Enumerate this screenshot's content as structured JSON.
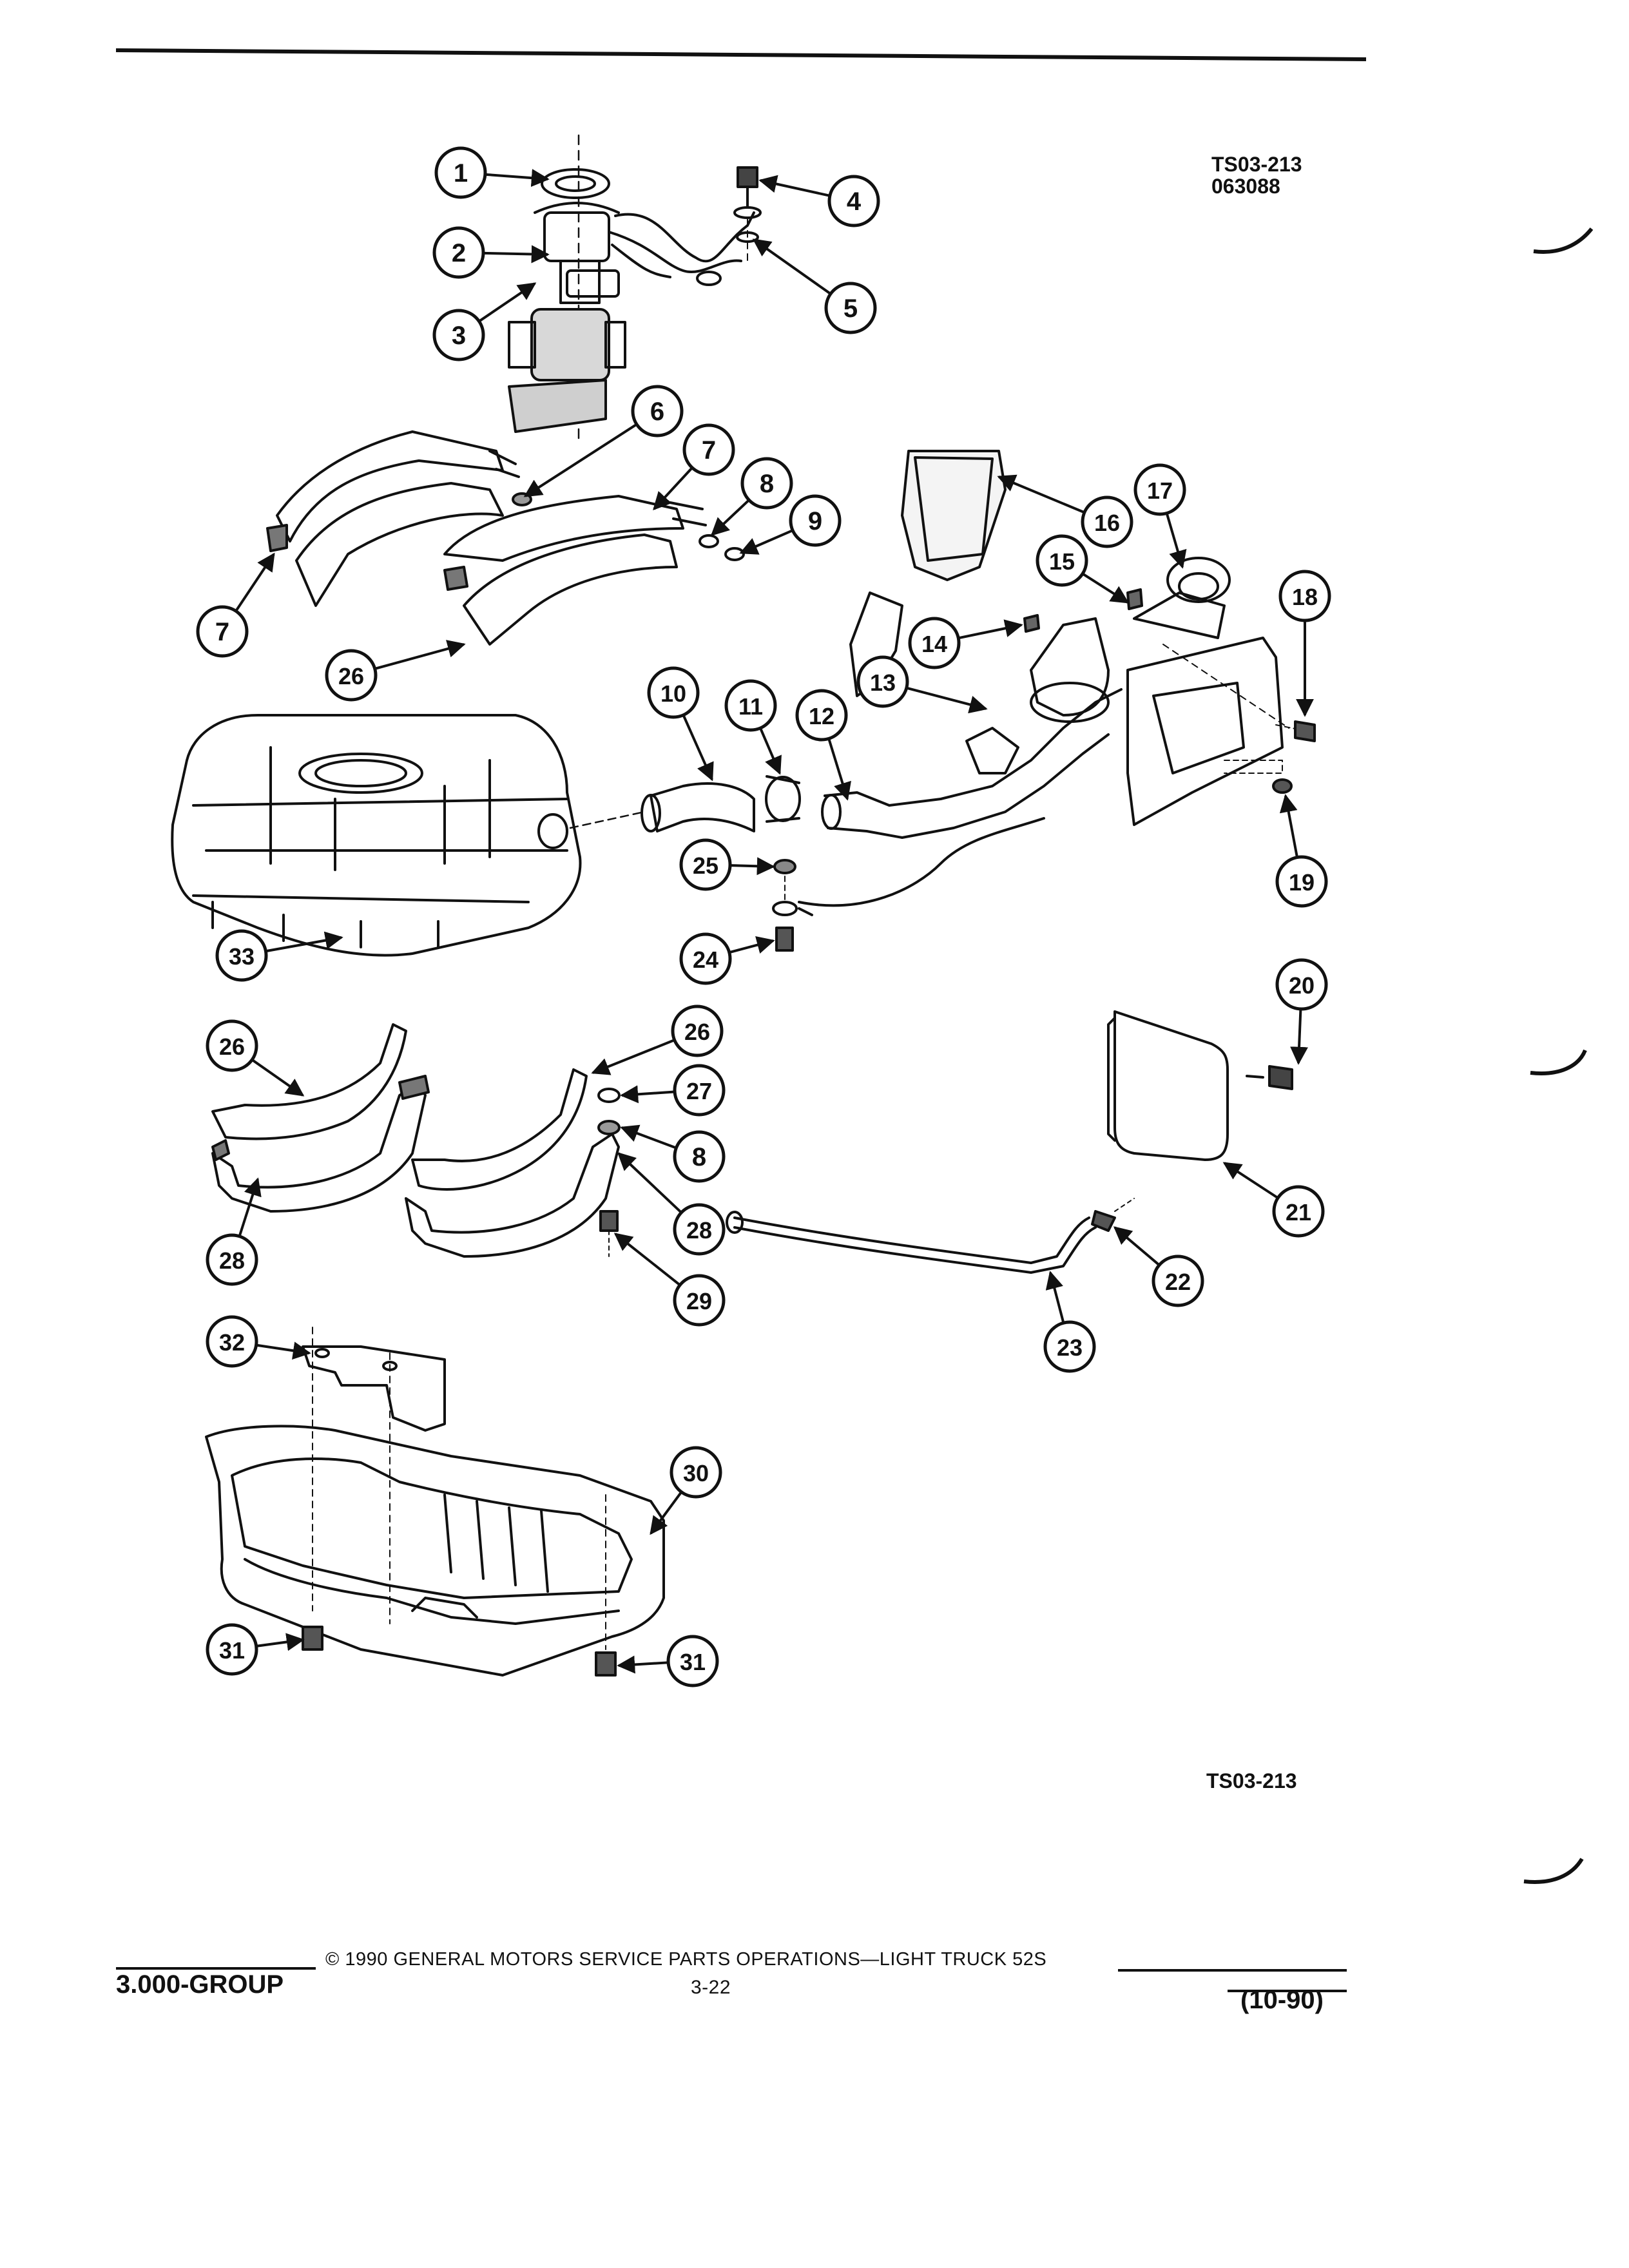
{
  "header": {
    "drawing_number": "TS03-213",
    "drawing_date": "063088"
  },
  "figure": {
    "caption_number": "TS03-213",
    "callouts": [
      {
        "id": "c1",
        "label": "1"
      },
      {
        "id": "c2",
        "label": "2"
      },
      {
        "id": "c3",
        "label": "3"
      },
      {
        "id": "c4",
        "label": "4"
      },
      {
        "id": "c5",
        "label": "5"
      },
      {
        "id": "c6",
        "label": "6"
      },
      {
        "id": "c7a",
        "label": "7"
      },
      {
        "id": "c7b",
        "label": "7"
      },
      {
        "id": "c8a",
        "label": "8"
      },
      {
        "id": "c9",
        "label": "9"
      },
      {
        "id": "c10",
        "label": "10"
      },
      {
        "id": "c11",
        "label": "11"
      },
      {
        "id": "c12",
        "label": "12"
      },
      {
        "id": "c13",
        "label": "13"
      },
      {
        "id": "c14",
        "label": "14"
      },
      {
        "id": "c15",
        "label": "15"
      },
      {
        "id": "c16",
        "label": "16"
      },
      {
        "id": "c17",
        "label": "17"
      },
      {
        "id": "c18",
        "label": "18"
      },
      {
        "id": "c19",
        "label": "19"
      },
      {
        "id": "c20",
        "label": "20"
      },
      {
        "id": "c21",
        "label": "21"
      },
      {
        "id": "c22",
        "label": "22"
      },
      {
        "id": "c23",
        "label": "23"
      },
      {
        "id": "c24",
        "label": "24"
      },
      {
        "id": "c25",
        "label": "25"
      },
      {
        "id": "c26a",
        "label": "26"
      },
      {
        "id": "c26b",
        "label": "26"
      },
      {
        "id": "c26c",
        "label": "26"
      },
      {
        "id": "c27",
        "label": "27"
      },
      {
        "id": "c8b",
        "label": "8"
      },
      {
        "id": "c28a",
        "label": "28"
      },
      {
        "id": "c28b",
        "label": "28"
      },
      {
        "id": "c29",
        "label": "29"
      },
      {
        "id": "c30",
        "label": "30"
      },
      {
        "id": "c31a",
        "label": "31"
      },
      {
        "id": "c31b",
        "label": "31"
      },
      {
        "id": "c32",
        "label": "32"
      },
      {
        "id": "c33",
        "label": "33"
      }
    ]
  },
  "footer": {
    "group": "3.000-GROUP",
    "copyright": "© 1990 GENERAL MOTORS SERVICE PARTS OPERATIONS—LIGHT TRUCK 52S",
    "page_number": "3-22",
    "revision": "(10-90)"
  }
}
